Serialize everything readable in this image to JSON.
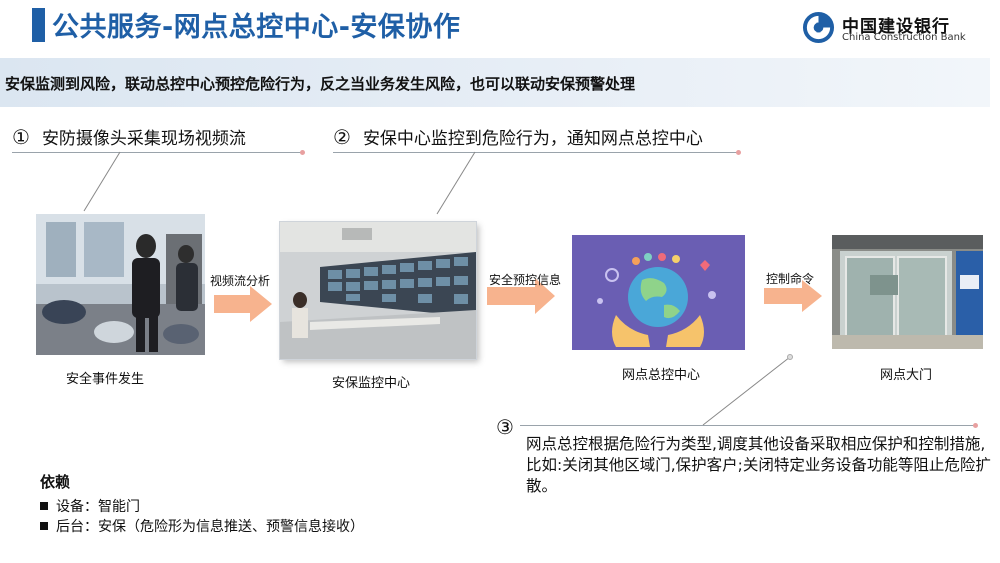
{
  "header": {
    "title": "公共服务-网点总控中心-安保协作",
    "logo_cn": "中国建设银行",
    "logo_en": "China Construction Bank",
    "brand_color": "#1f5fa6"
  },
  "banner": {
    "text": "安保监测到风险，联动总控中心预控危险行为，反之当业务发生风险，也可以联动安保预警处理"
  },
  "steps": [
    {
      "num": "①",
      "text": "安防摄像头采集现场视频流"
    },
    {
      "num": "②",
      "text": "安保中心监控到危险行为，通知网点总控中心"
    },
    {
      "num": "③",
      "text": "网点总控根据危险行为类型,调度其他设备采取相应保护和控制措施,比如:关闭其他区域门,保护客户;关闭特定业务设备功能等阻止危险扩散。"
    }
  ],
  "flow": {
    "captions": [
      "安全事件发生",
      "安保监控中心",
      "网点总控中心",
      "网点大门"
    ],
    "arrows": [
      "视频流分析",
      "安全预控信息",
      "控制命令"
    ],
    "arrow_color": "#f7b38e"
  },
  "dependency": {
    "title": "依赖",
    "items": [
      "设备：智能门",
      "后台：安保（危险形为信息推送、预警信息接收）"
    ]
  }
}
